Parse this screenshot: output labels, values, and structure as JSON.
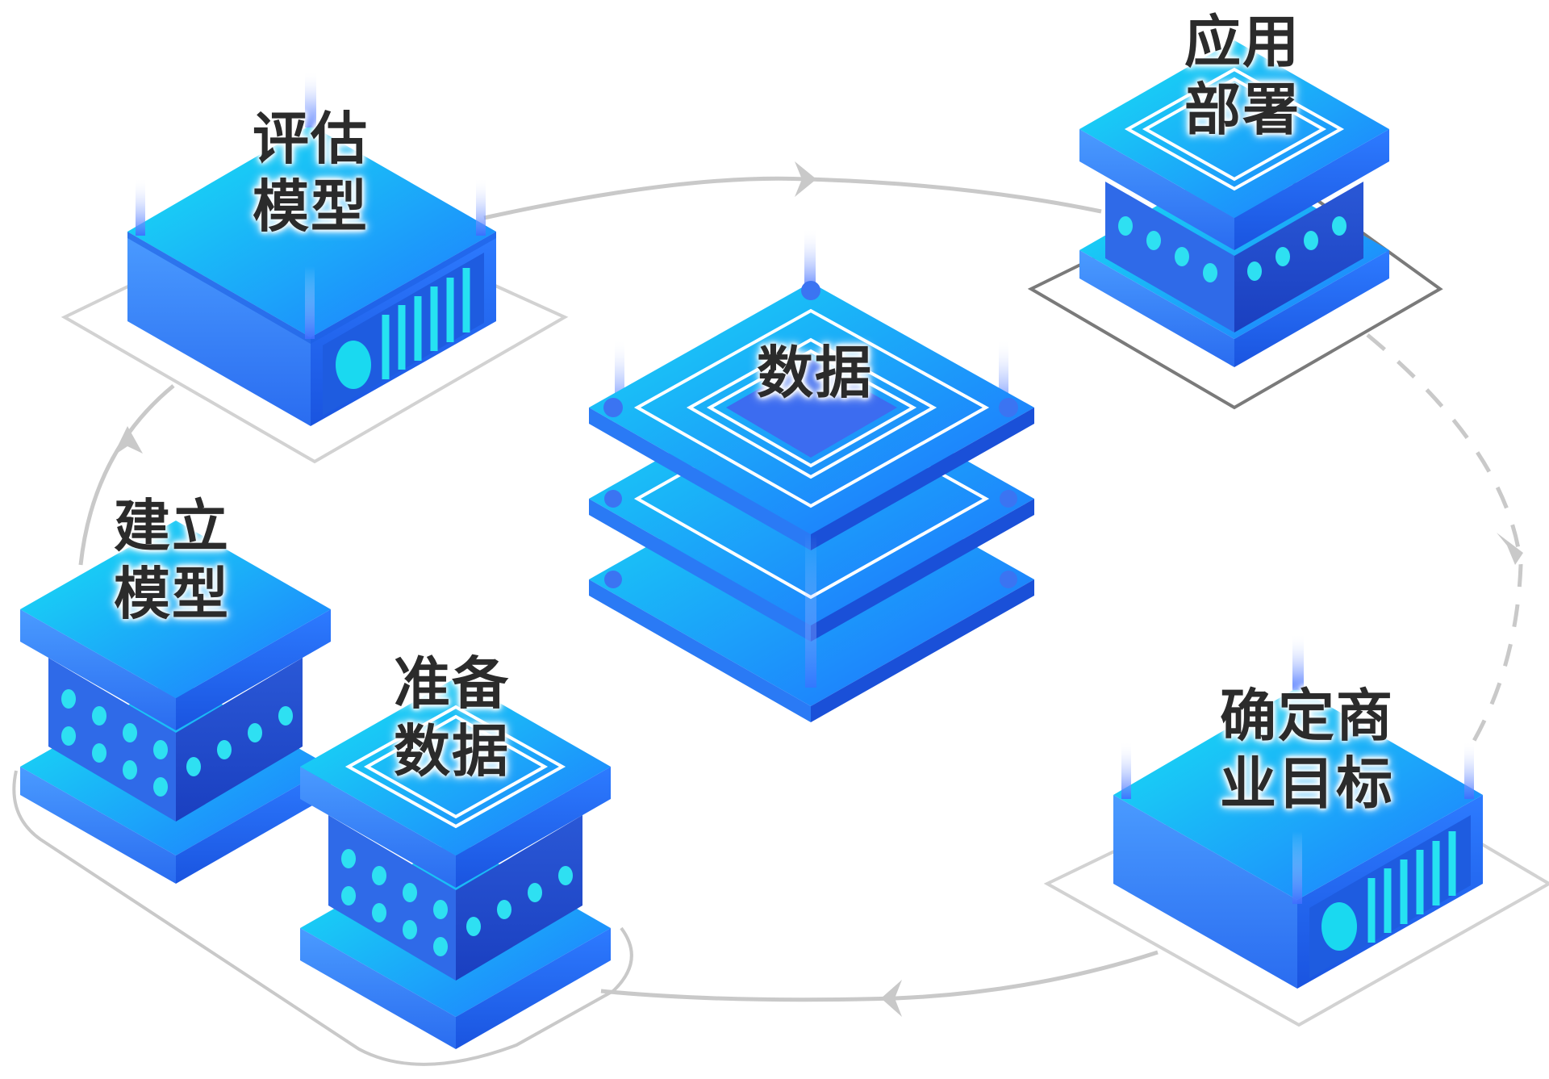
{
  "colors": {
    "top_cyan": "#19e3f2",
    "top_blue": "#1e7bff",
    "side_light": "#3b8cff",
    "side_dark": "#1450d8",
    "plate": "#24c8f2",
    "dot": "#2fe1f2",
    "path": "#c8c8c8",
    "footprint_dark": "#7f7f7f"
  },
  "nodes": {
    "center": {
      "line1": "数据",
      "line2": "",
      "icon": "stacked-data-layers-icon"
    },
    "eval": {
      "line1": "评估",
      "line2": "模型",
      "icon": "server-icon"
    },
    "deploy": {
      "line1": "应用",
      "line2": "部署",
      "icon": "server-block-icon"
    },
    "build": {
      "line1": "建立",
      "line2": "模型",
      "icon": "server-block-icon"
    },
    "prepare": {
      "line1": "准备",
      "line2": "数据",
      "icon": "server-block-icon"
    },
    "goal": {
      "line1": "确定商",
      "line2": "业目标",
      "icon": "server-icon"
    }
  }
}
